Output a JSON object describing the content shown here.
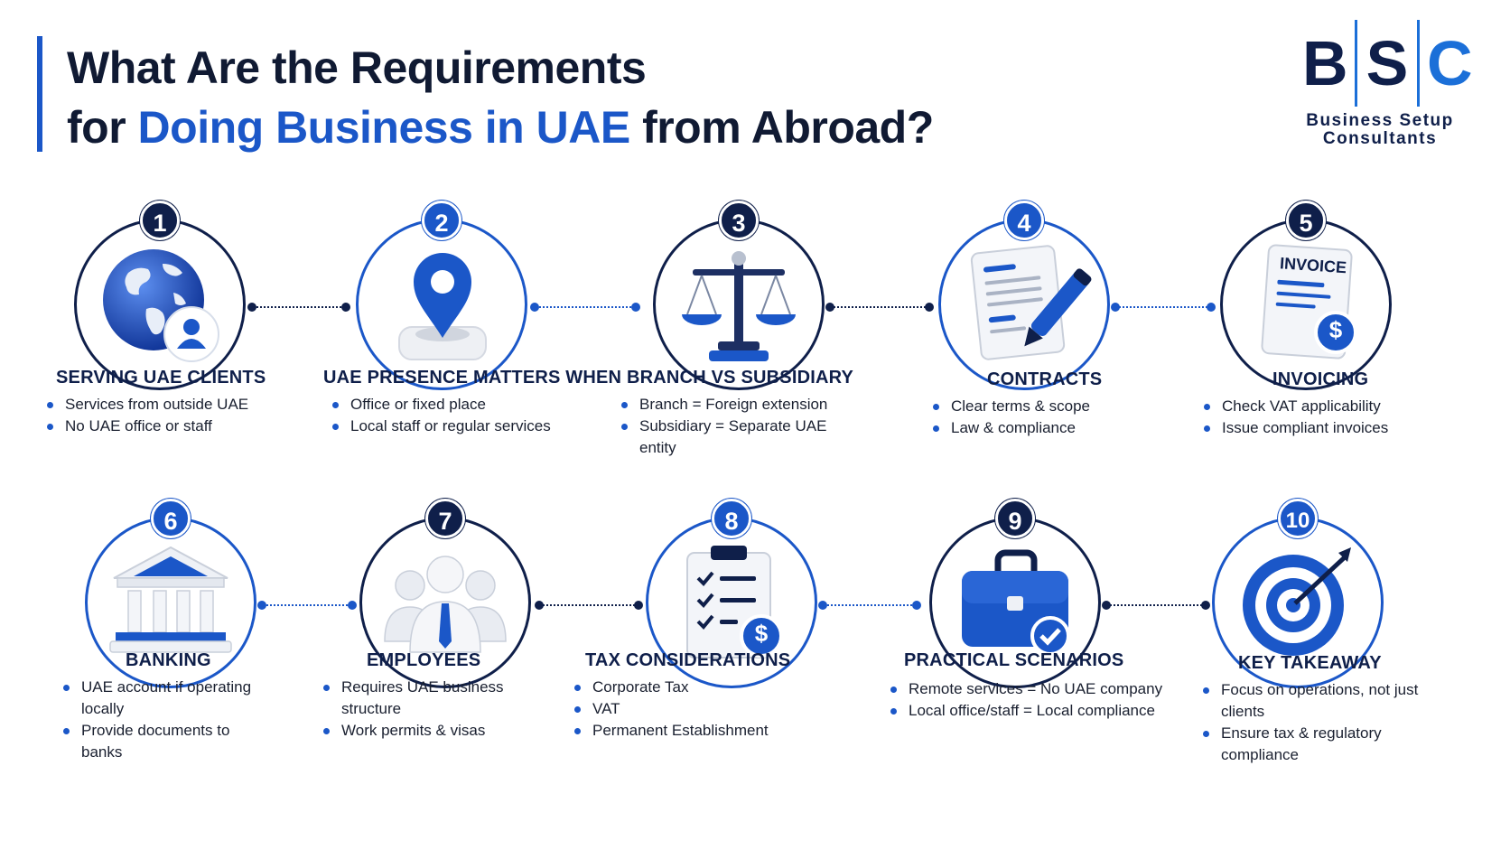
{
  "header": {
    "title_line1": "What Are the Requirements",
    "title_line2_prefix": "for ",
    "title_line2_accent": "Doing Business in UAE",
    "title_line2_suffix": " from Abroad?"
  },
  "logo": {
    "letters": [
      "B",
      "S",
      "C"
    ],
    "subtitle_line1": "Business Setup",
    "subtitle_line2": "Consultants"
  },
  "steps": [
    {
      "number": "1",
      "icon": "globe-user-icon",
      "heading": "SERVING UAE CLIENTS",
      "bullets": [
        "Services from outside UAE",
        "No UAE office or staff"
      ]
    },
    {
      "number": "2",
      "icon": "location-pin-icon",
      "heading": "UAE PRESENCE MATTERS WHEN",
      "bullets": [
        "Office or fixed place",
        "Local staff or regular services"
      ]
    },
    {
      "number": "3",
      "icon": "scales-icon",
      "heading": "BRANCH VS SUBSIDIARY",
      "bullets": [
        "Branch = Foreign extension",
        "Subsidiary = Separate UAE entity"
      ]
    },
    {
      "number": "4",
      "icon": "contract-pen-icon",
      "heading": "CONTRACTS",
      "bullets": [
        "Clear terms & scope",
        "Law & compliance"
      ]
    },
    {
      "number": "5",
      "icon": "invoice-icon",
      "heading": "INVOICING",
      "invoice_label": "INVOICE",
      "bullets": [
        "Check VAT applicability",
        "Issue compliant invoices"
      ]
    },
    {
      "number": "6",
      "icon": "bank-icon",
      "heading": "BANKING",
      "bullets": [
        "UAE account if operating locally",
        "Provide documents to banks"
      ]
    },
    {
      "number": "7",
      "icon": "employees-icon",
      "heading": "EMPLOYEES",
      "bullets": [
        "Requires UAE business structure",
        "Work permits & visas"
      ]
    },
    {
      "number": "8",
      "icon": "tax-checklist-icon",
      "heading": "TAX CONSIDERATIONS",
      "bullets": [
        "Corporate Tax",
        "VAT",
        "Permanent Establishment"
      ]
    },
    {
      "number": "9",
      "icon": "briefcase-check-icon",
      "heading": "PRACTICAL SCENARIOS",
      "bullets": [
        "Remote services = No UAE company",
        "Local office/staff = Local compliance"
      ]
    },
    {
      "number": "10",
      "icon": "target-icon",
      "heading": "KEY TAKEAWAY",
      "bullets": [
        "Focus on operations, not just clients",
        "Ensure tax & regulatory compliance"
      ]
    }
  ],
  "colors": {
    "navy": "#0f1f4a",
    "blue": "#1b57c8",
    "light_blue": "#1b6fd8"
  }
}
